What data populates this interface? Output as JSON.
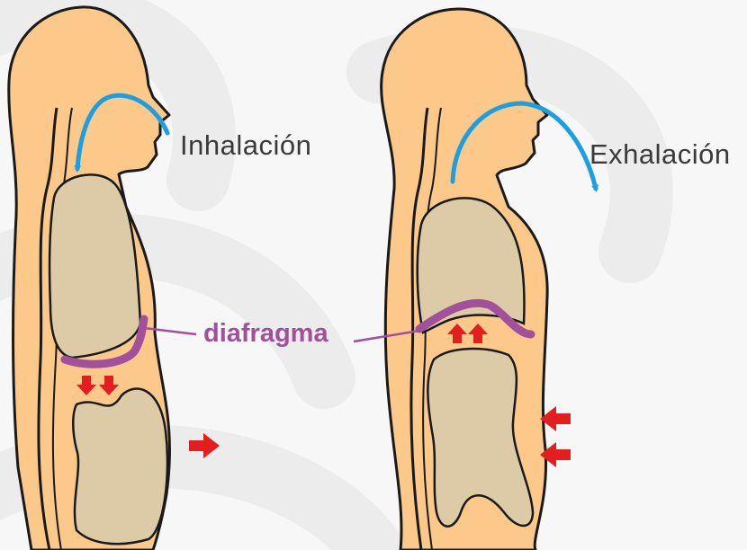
{
  "labels": {
    "inhale": "Inhalación",
    "exhale": "Exhalación",
    "diaphragm": "diafragma"
  },
  "colors": {
    "background": "#f7f7f7",
    "watermark": "#ececec",
    "skin": "#fcc98b",
    "organ": "#ddcba8",
    "outline": "#1a1a1a",
    "airflow": "#1c9fe0",
    "diaphragm": "#a24f9c",
    "movement_arrows": "#e21e1e"
  },
  "icons": {
    "airflow": "curved-arrow-icon",
    "movement": "red-arrow-icon"
  }
}
